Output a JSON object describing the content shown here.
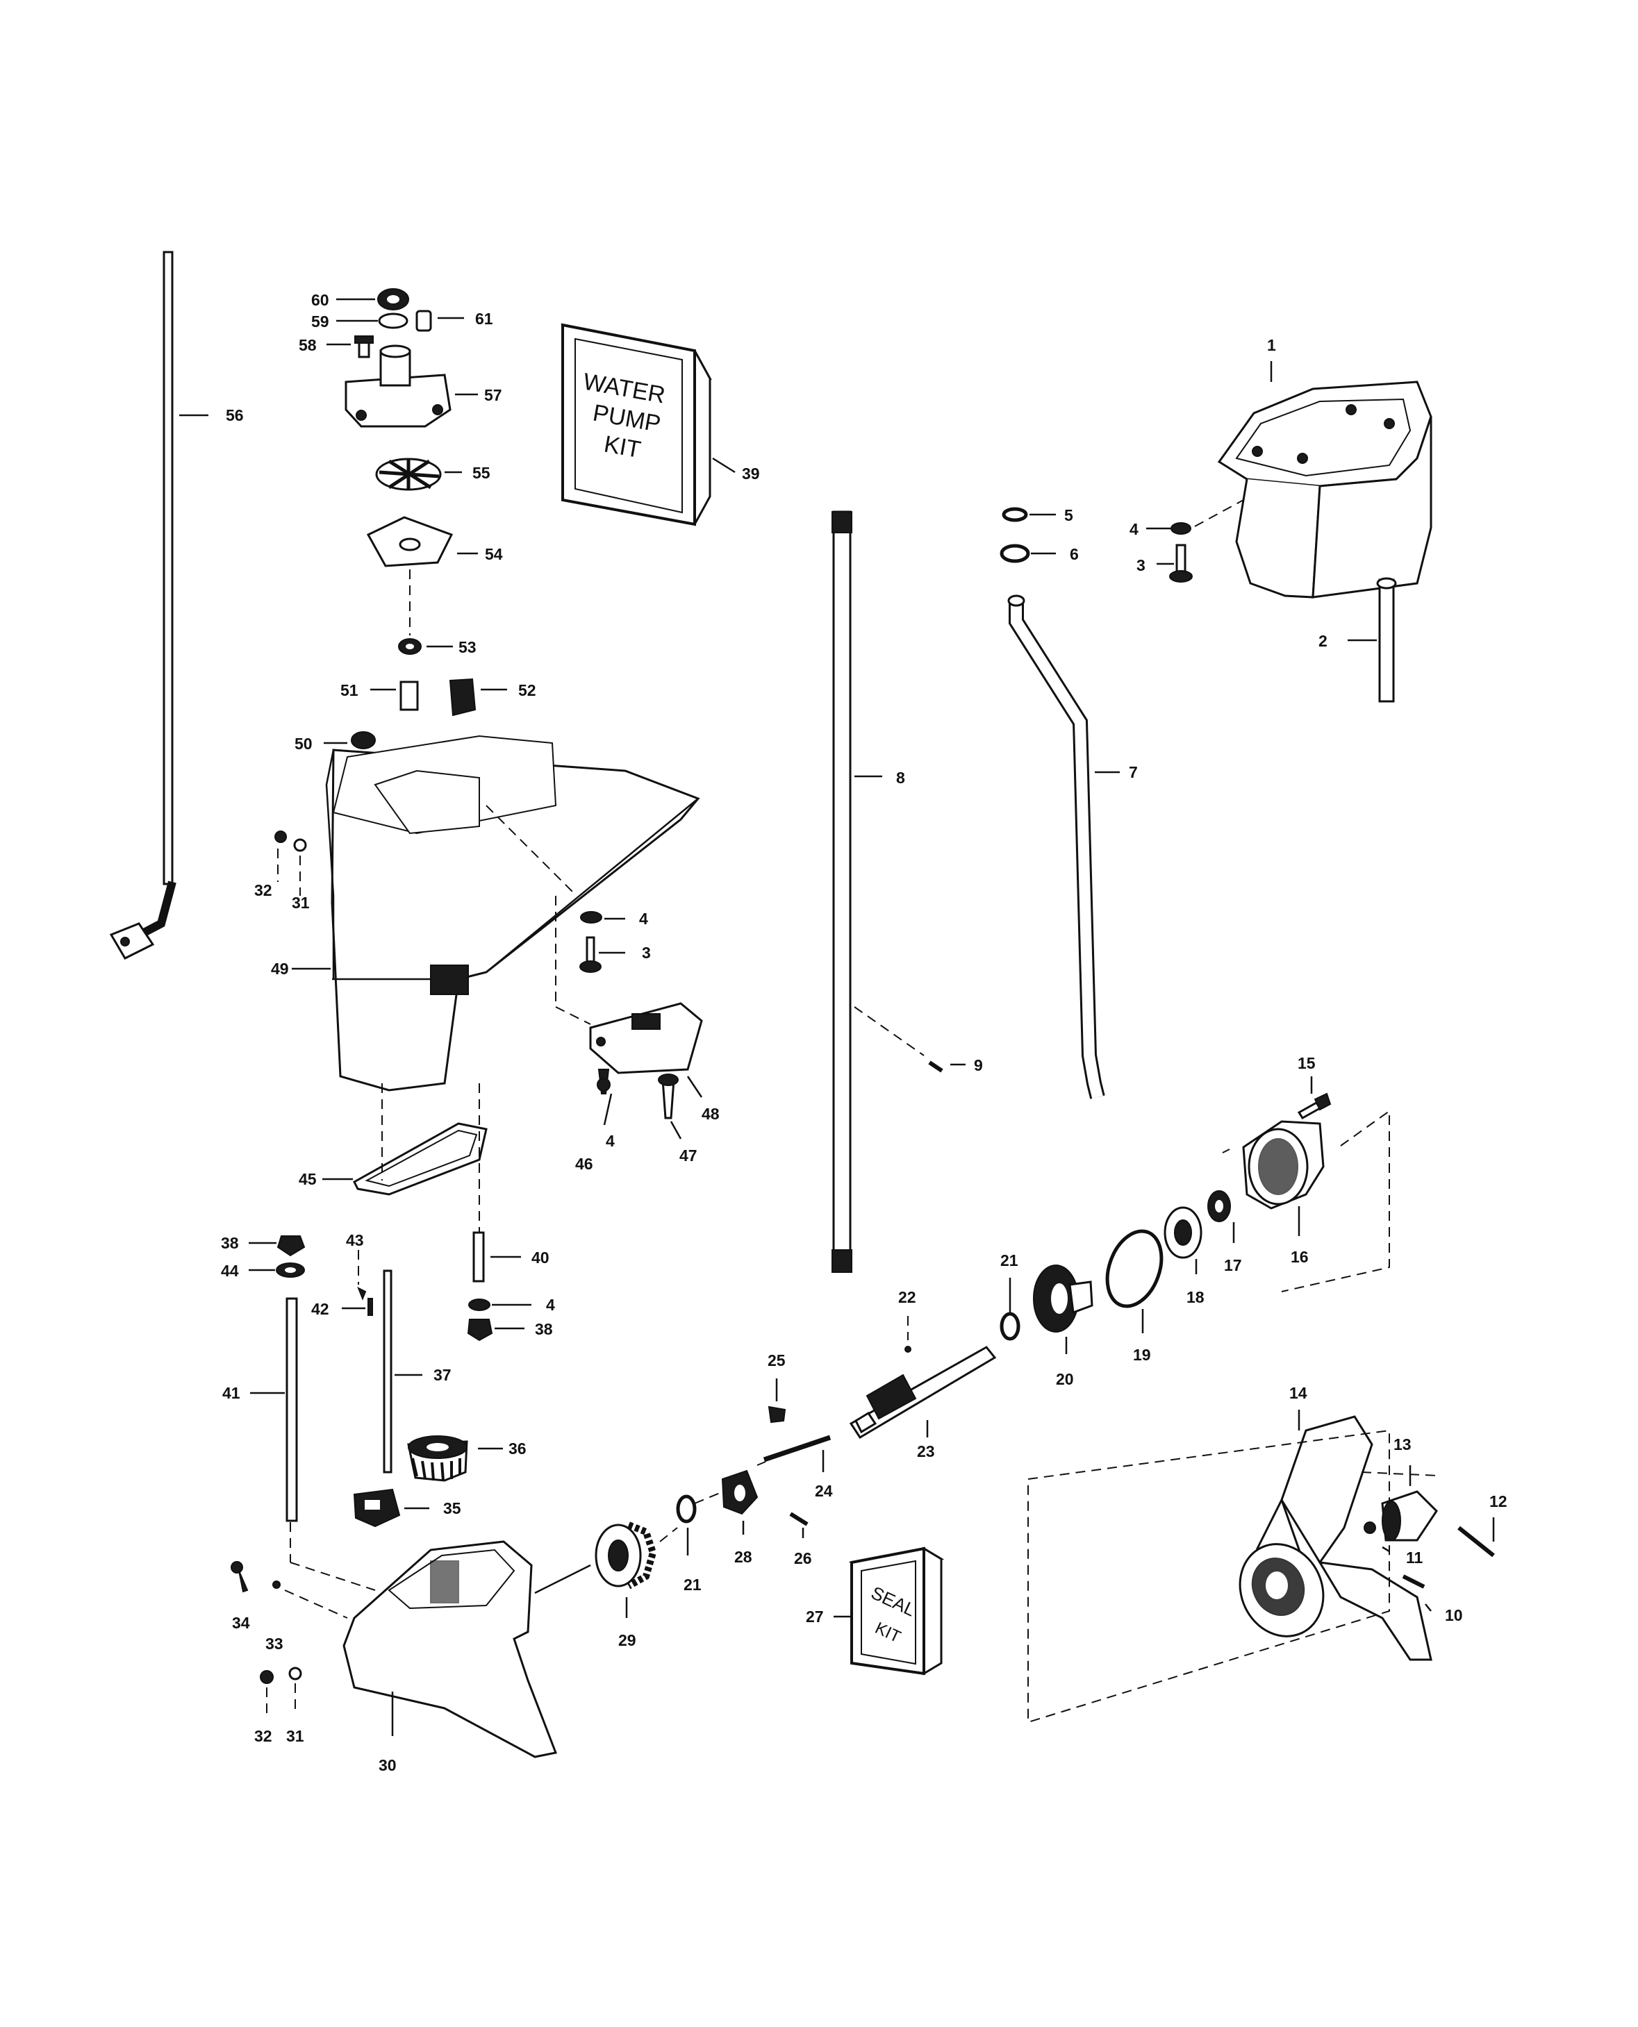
{
  "callouts": [
    "1",
    "2",
    "3",
    "4",
    "5",
    "6",
    "7",
    "8",
    "9",
    "10",
    "11",
    "12",
    "13",
    "14",
    "15",
    "16",
    "17",
    "18",
    "19",
    "20",
    "21",
    "22",
    "23",
    "24",
    "25",
    "26",
    "27",
    "28",
    "29",
    "30",
    "31",
    "32",
    "33",
    "34",
    "35",
    "36",
    "37",
    "38",
    "39",
    "40",
    "41",
    "42",
    "43",
    "44",
    "45",
    "46",
    "47",
    "48",
    "49",
    "50",
    "51",
    "52",
    "53",
    "54",
    "55",
    "56",
    "57",
    "58",
    "59",
    "60",
    "61"
  ],
  "water_pump_kit": {
    "line1": "WATER",
    "line2": "PUMP",
    "line3": "KIT"
  },
  "seal_kit": {
    "line1": "SEAL",
    "line2": "KIT"
  },
  "repeat_labels": {
    "l3b": "3",
    "l4b": "4",
    "l4c": "4",
    "l4d": "4",
    "l21b": "21",
    "l31b": "31",
    "l32b": "32",
    "l38b": "38"
  }
}
